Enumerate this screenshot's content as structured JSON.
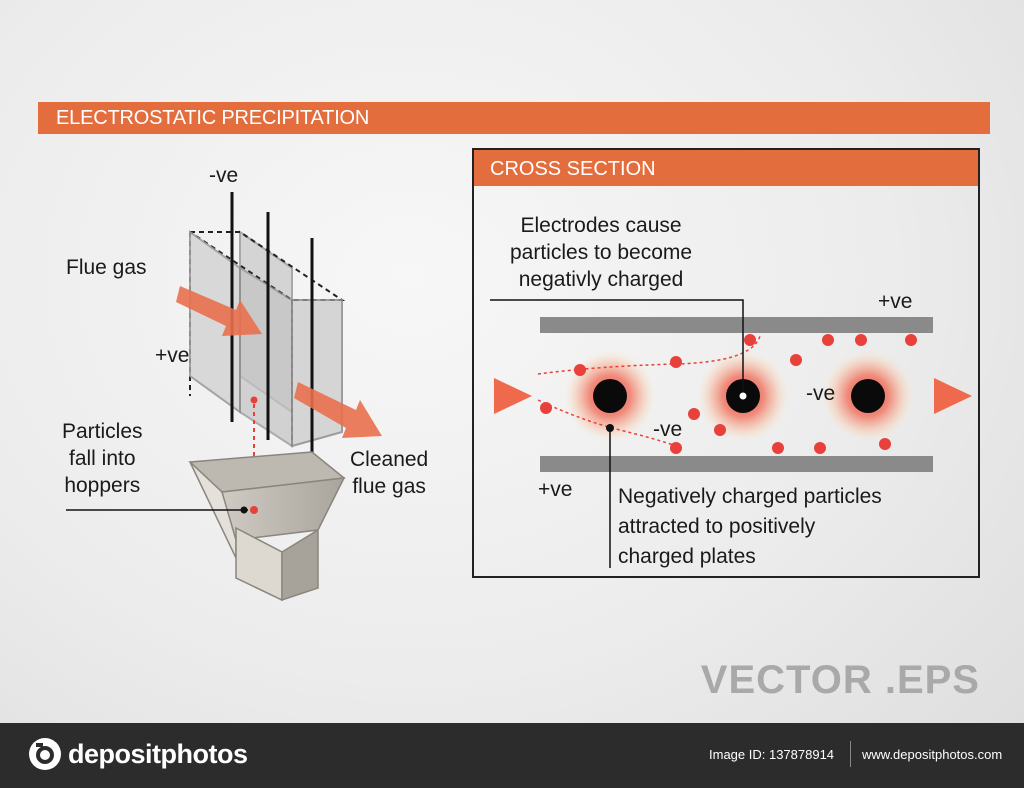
{
  "title": "ELECTROSTATIC PRECIPITATION",
  "left_diagram": {
    "neg_label": "-ve",
    "flue_gas": "Flue gas",
    "pos_label": "+ve",
    "particles_fall": "Particles\nfall into\nhoppers",
    "cleaned": "Cleaned\nflue gas"
  },
  "cross_section": {
    "header": "CROSS SECTION",
    "electrodes_note": "Electrodes cause\nparticles to become\nnegativly charged",
    "pos_top": "+ve",
    "pos_bottom": "+ve",
    "neg_label_mid": "-ve",
    "neg_label_right": "-ve",
    "attracted_note": "Negatively charged particles\nattracted to positively\ncharged plates"
  },
  "vector_label": "VECTOR .EPS",
  "footer": {
    "logo_text": "depositphotos",
    "image_id": "Image ID: 137878914",
    "site": "www.depositphotos.com"
  },
  "colors": {
    "accent": "#e36d3d",
    "particle": "#e8403a",
    "plate": "#8a8a8a",
    "footer_bg": "#2c2c2c"
  }
}
